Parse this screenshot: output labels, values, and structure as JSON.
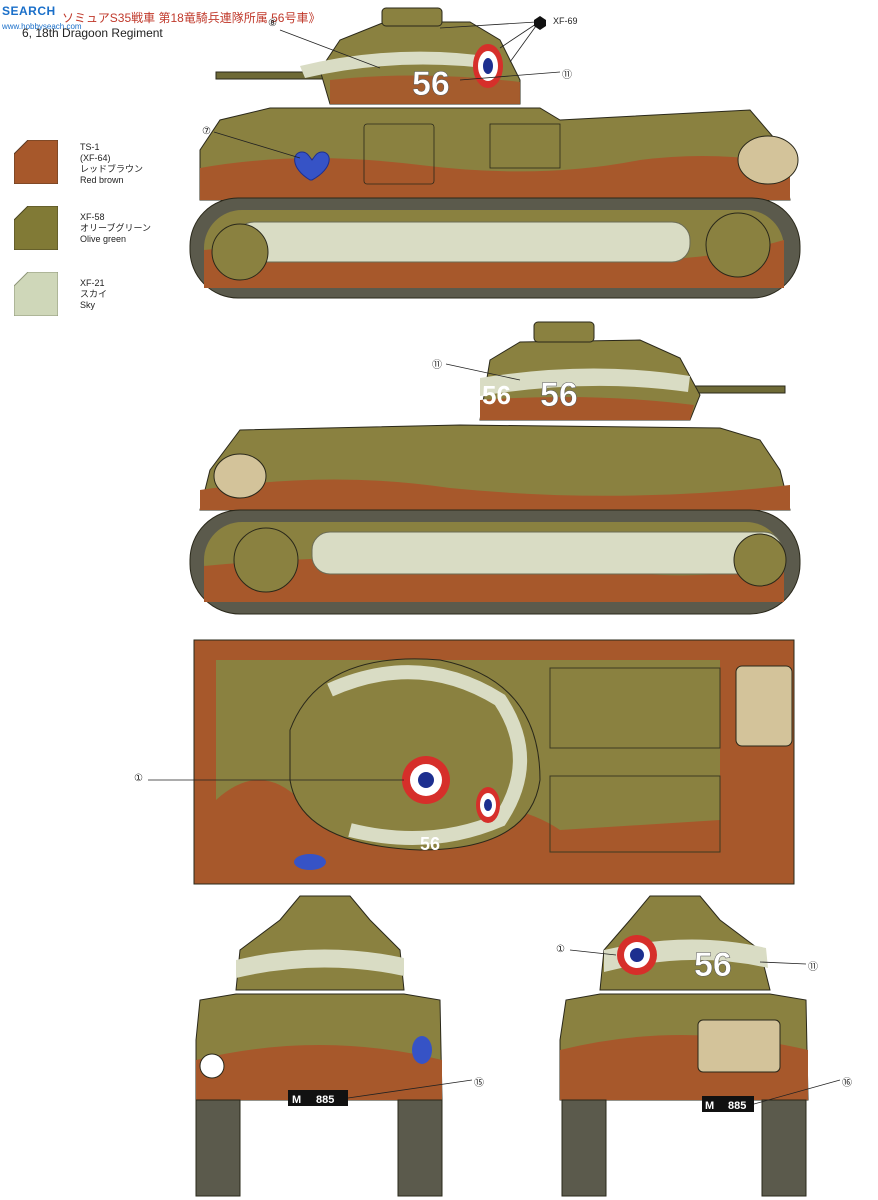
{
  "watermark": {
    "brand": "SEARCH",
    "site": "www.hobbyseach.com"
  },
  "header": {
    "title_line1": "ソミュアS35戦車 第18竜騎兵連隊所属 56号車》",
    "title_line2": "6, 18th Dragoon Regiment"
  },
  "xf69_label": "XF-69",
  "paints": [
    {
      "code": "TS-1",
      "sub": "(XF-64)",
      "jp": "レッドブラウン",
      "en": "Red brown",
      "color": "#a7582b"
    },
    {
      "code": "XF-58",
      "sub": "",
      "jp": "オリーブグリーン",
      "en": "Olive green",
      "color": "#817a36"
    },
    {
      "code": "XF-21",
      "sub": "",
      "jp": "スカイ",
      "en": "Sky",
      "color": "#cfd7b9"
    }
  ],
  "callouts": {
    "c8": "⑧",
    "c11": "⑪",
    "c7": "⑦",
    "c1": "①",
    "c15": "⑮",
    "c16": "⑯"
  },
  "tank_number": "56",
  "plate_front": "885",
  "plate_rear": "885",
  "plate_prefix": "M",
  "colors": {
    "brown": "#a7582b",
    "olive": "#8a8140",
    "sky": "#d9dcc4",
    "dark": "#3d3a22",
    "track": "#5b5a4c",
    "roundel_red": "#d62f2a",
    "roundel_blue": "#1d2f8f",
    "heart": "#3653c6"
  }
}
